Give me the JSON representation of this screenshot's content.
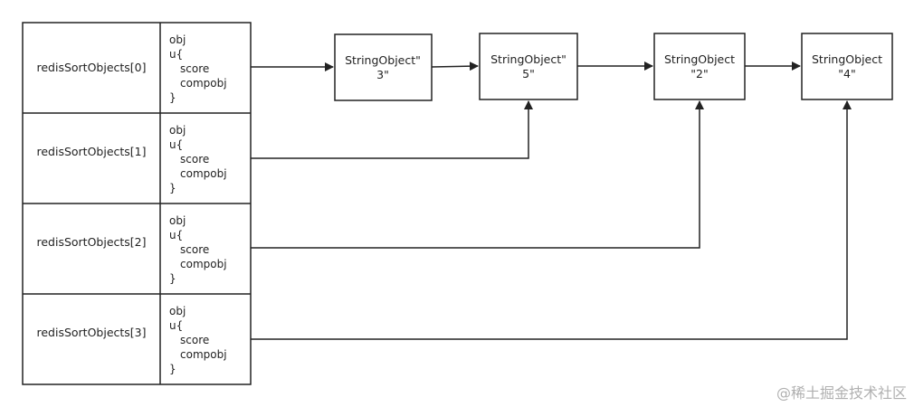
{
  "rows": [
    {
      "name": "redisSortObjects[0]",
      "fields": [
        "obj",
        "u{",
        "score",
        "compobj",
        "}"
      ]
    },
    {
      "name": "redisSortObjects[1]",
      "fields": [
        "obj",
        "u{",
        "score",
        "compobj",
        "}"
      ]
    },
    {
      "name": "redisSortObjects[2]",
      "fields": [
        "obj",
        "u{",
        "score",
        "compobj",
        "}"
      ]
    },
    {
      "name": "redisSortObjects[3]",
      "fields": [
        "obj",
        "u{",
        "score",
        "compobj",
        "}"
      ]
    }
  ],
  "nodes": [
    {
      "line1": "StringObject\"",
      "line2": "3\""
    },
    {
      "line1": "StringObject\"",
      "line2": "5\""
    },
    {
      "line1": "StringObject",
      "line2": "\"2\""
    },
    {
      "line1": "StringObject",
      "line2": "\"4\""
    }
  ],
  "watermark": "@稀土掘金技术社区",
  "colors": {
    "stroke": "#222222",
    "text": "#222222",
    "watermark": "#b0b0b0"
  }
}
